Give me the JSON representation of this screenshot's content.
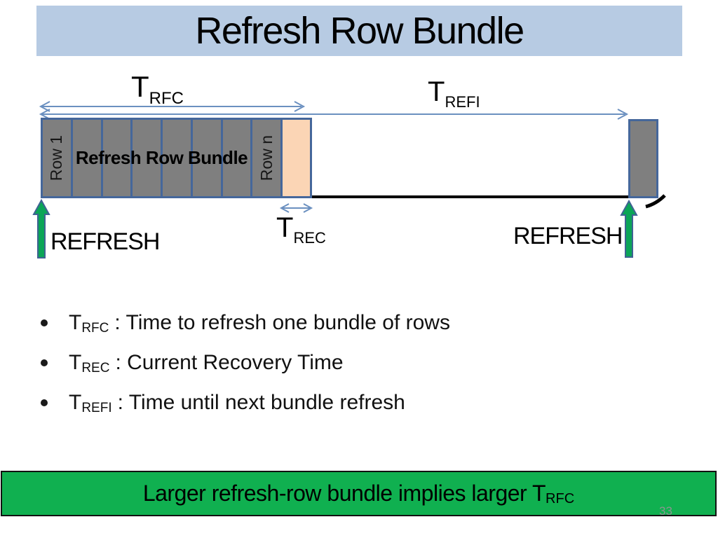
{
  "slide": {
    "title": "Refresh Row Bundle",
    "page_number": "33"
  },
  "diagram": {
    "trfc": {
      "base": "T",
      "sub": "RFC"
    },
    "trefi": {
      "base": "T",
      "sub": "REFI"
    },
    "trec": {
      "base": "T",
      "sub": "REC"
    },
    "bundle": {
      "row_first": "Row 1",
      "row_last": "Row n",
      "center_label": "Refresh Row Bundle",
      "cell_count": 8
    },
    "refresh_left": "REFRESH",
    "refresh_right": "REFRESH"
  },
  "bullets": [
    {
      "term_base": "T",
      "term_sub": "RFC",
      "text": ": Time to refresh one bundle of rows"
    },
    {
      "term_base": "T",
      "term_sub": "REC",
      "text": ": Current Recovery Time"
    },
    {
      "term_base": "T",
      "term_sub": "REFI",
      "text": ": Time until next bundle refresh"
    }
  ],
  "footer": {
    "banner_base": "Larger refresh-row bundle implies larger T",
    "banner_sub": "RFC"
  },
  "colors": {
    "title_bg": "#B7CBE3",
    "box_fill": "#7F7F7F",
    "box_border": "#45679B",
    "recovery_fill": "#FBD5B5",
    "arrow_line": "#6B90C0",
    "refresh_green": "#0BA557",
    "arrow_outline": "#3F6293",
    "banner_green": "#10B050",
    "page_number_color": "#8A9590"
  }
}
